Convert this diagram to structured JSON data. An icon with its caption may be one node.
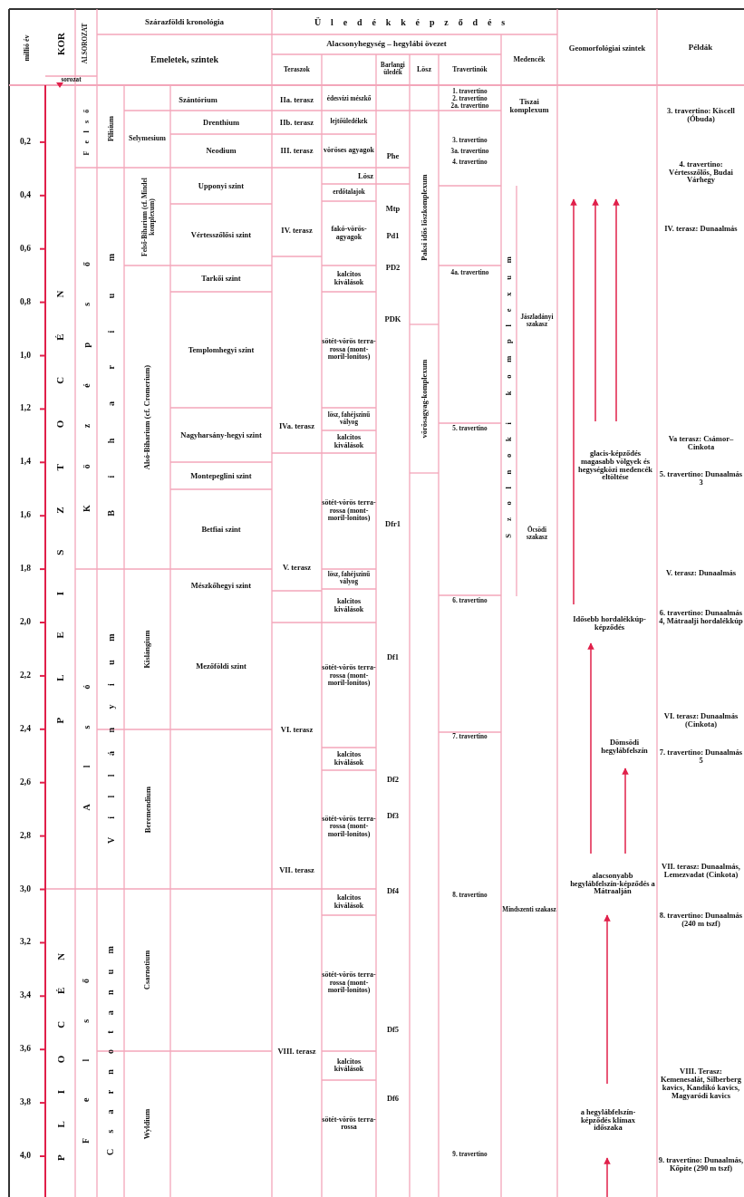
{
  "diagram": {
    "nodes": [
      {
        "text": [
          "glacis-képződés magasabb völgyek és hegységközi medencék eltöltése"
        ]
      },
      {
        "text": [
          "Idősebb hordalékkúp-képződés"
        ]
      },
      {
        "text": [
          "Dömsödi hegylábfelszín"
        ]
      },
      {
        "text": [
          "alacsonyabb hegylábfelszín-képződés a Mátraalján"
        ]
      },
      {
        "text": [
          "a hegylábfelszín-képződés klímax időszaka"
        ]
      }
    ],
    "edges": [
      {
        "from": 1,
        "to": null,
        "arrow": "to"
      },
      {
        "from": 0,
        "to": null,
        "arrow": "to"
      },
      {
        "from": 0,
        "to": null,
        "arrow": "to"
      },
      {
        "from": 3,
        "to": 1,
        "arrow": "to"
      },
      {
        "from": 3,
        "to": 2,
        "arrow": "to"
      },
      {
        "from": 4,
        "to": 3,
        "arrow": "to"
      },
      {
        "from": null,
        "to": 4,
        "arrow": "to"
      }
    ],
    "labels": [
      "millió év",
      "KOR",
      "sorozat",
      "ALSOROZAT",
      "Szárazföldi kronológia",
      "Emeletek, szintek",
      "Üledékképződés",
      "Alacsonyhegység – hegylábi övezet",
      "Teraszok",
      "Barlangi üledék",
      "Lösz",
      "Travertinók",
      "Medencék",
      "Geomorfológiai szintek",
      "Példák",
      "0,2",
      "0,4",
      "0,6",
      "0,8",
      "1,0",
      "1,2",
      "1,4",
      "1,6",
      "1,8",
      "2,0",
      "2,2",
      "2,4",
      "2,6",
      "2,8",
      "3,0",
      "3,2",
      "3,4",
      "3,6",
      "3,8",
      "4,0",
      "PLEISZTOCÉN",
      "PLIOCÉN",
      "Felső",
      "Középső",
      "Alsó",
      "Felső",
      "Pilisium",
      "Biharium",
      "Villányium",
      "Csarnotanum",
      "Szántórium",
      "Selymesium",
      "Drenthium",
      "Neodium",
      "Felső-Biharium (cf. Mindel komplexum)",
      "Upponyi szint",
      "Vértesszőlősi szint",
      "Alsó-Biharium (cf. Cromerium)",
      "Tarkői szint",
      "Templomhegyi szint",
      "Nagyharsány-hegyi szint",
      "Montepeglini szint",
      "Betfiai szint",
      "Kislángium",
      "Mészkőhegyi szint",
      "Mezőföldi szint",
      "Beremendium",
      "Csarnotium",
      "Wyldium",
      "IIa. terasz",
      "IIb. terasz",
      "III. terasz",
      "IV. terasz",
      "IVa. terasz",
      "V. terasz",
      "VI. terasz",
      "VII. terasz",
      "VIII. terasz",
      "édesvízi mészkő",
      "lejtőüledékek",
      "vöröses agyagok",
      "Lösz",
      "erdőtalajok",
      "fakó-vörös-agyagok",
      "kalcitos kiválások",
      "sötét-vörös terra-rossa (mont-moril-lonitos)",
      "lösz, fahéjszínű vályog",
      "kalcitos kiválások",
      "sötét-vörös terra-rossa (mont-moril-lonitos)",
      "lösz, fahéjszínű vályog",
      "kalcitos kiválások",
      "sötét-vörös terra-rossa (mont-moril-lonitos)",
      "kalcitos kiválások",
      "sötét-vörös terra-rossa (mont-moril-lonitos)",
      "kalcitos kiválások",
      "sötét-vörös terra-rossa (mont-moril-lonitos)",
      "kalcitos kiválások",
      "sötét-vörös terra-rossa",
      "Phe",
      "Mtp",
      "Pd1",
      "PD2",
      "PDK",
      "Dfr1",
      "Df1",
      "Df2",
      "Df3",
      "Df4",
      "Df5",
      "Df6",
      "Paksi idős löszkomplexum",
      "vörösagyag-komplexum",
      "1. travertino",
      "2. travertino",
      "2a. travertino",
      "3. travertino",
      "3a. travertino",
      "4. travertino",
      "4a. travertino",
      "5. travertino",
      "6. travertino",
      "7. travertino",
      "8. travertino",
      "9. travertino",
      "Tiszai komplexum",
      "Szolnoki komplexum",
      "Jászladányi szakasz",
      "Öcsödi szakasz",
      "Mindszenti szakasz",
      "3. travertino: Kiscell (Óbuda)",
      "4. travertino: Vértesszőlős, Budai Várhegy",
      "IV. terasz: Dunaalmás",
      "Va terasz: Csámor–Cinkota",
      "5. travertino: Dunaalmás 3",
      "V. terasz: Dunaalmás",
      "6. travertino: Dunaalmás 4, Mátraalji hordalékkúp",
      "VI. terasz: Dunaalmás (Cinkota)",
      "7. travertino: Dunaalmás 5",
      "VII. terasz: Dunaalmás, Lemezvadat (Cinkota)",
      "8. travertino: Dunaalmás (240 m tszf)",
      "VIII. Terasz: Kemenesalát, Silberberg kavics, Kandikó kavics, Magyaródi kavics",
      "9. travertino: Dunaalmás, Kőpite (290 m tszf)"
    ]
  }
}
